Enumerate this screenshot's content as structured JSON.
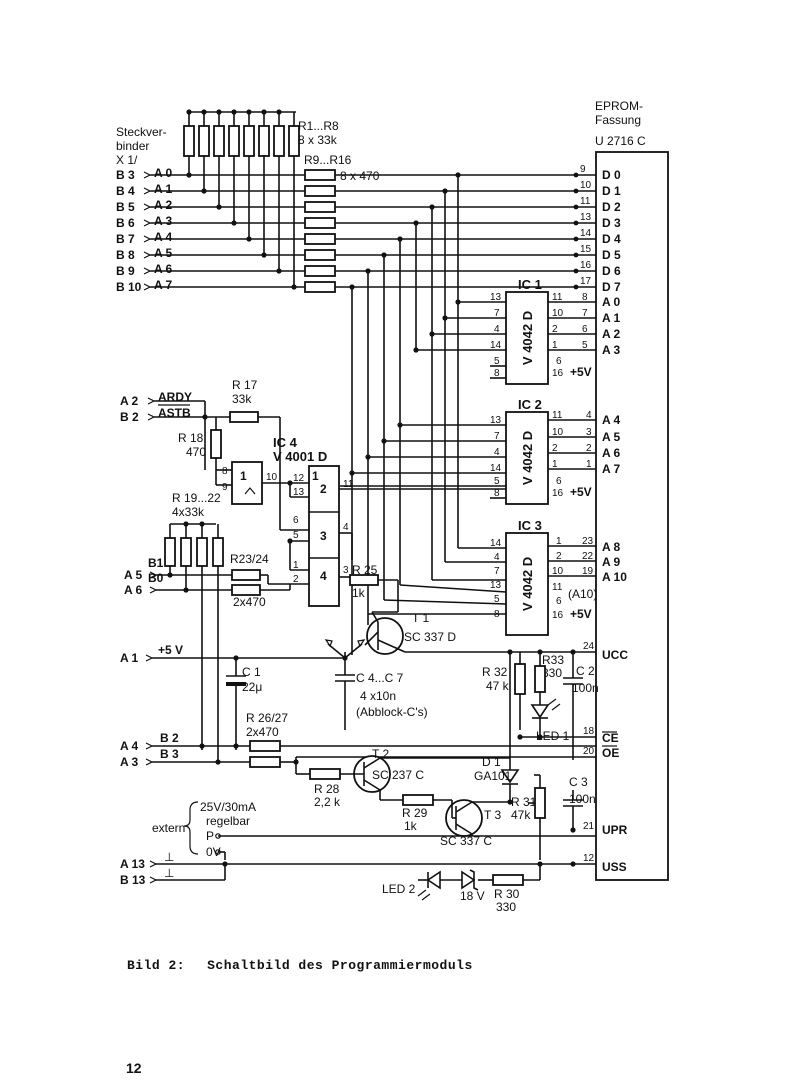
{
  "connector": {
    "title_l1": "Steckver-",
    "title_l2": "binder",
    "title_l3": "X 1/",
    "left_pins": [
      "B 3",
      "B 4",
      "B 5",
      "B 6",
      "B 7",
      "B 8",
      "B 9",
      "B 10"
    ],
    "addr": [
      "A 0",
      "A 1",
      "A 2",
      "A 3",
      "A 4",
      "A 5",
      "A 6",
      "A 7"
    ]
  },
  "r1_8": {
    "name": "R1...R8",
    "value": "8 x 33k"
  },
  "r9_16": {
    "name": "R9...R16",
    "value": "8 x 470"
  },
  "eprom": {
    "l1": "EPROM-",
    "l2": "Fassung",
    "l3": "U 2716 C",
    "data_pins": [
      "D 0",
      "D 1",
      "D 2",
      "D 3",
      "D 4",
      "D 5",
      "D 6",
      "D 7"
    ],
    "addr_pins": [
      "A 0",
      "A 1",
      "A 2",
      "A 3",
      "A 4",
      "A 5",
      "A 6",
      "A 7",
      "A 8",
      "A 9",
      "A 10"
    ],
    "ucc": "UCC",
    "ce": "CE",
    "oe": "OE",
    "upr": "UPR",
    "uss": "USS"
  },
  "ic1": {
    "name": "IC 1",
    "type": "V 4042 D"
  },
  "ic2": {
    "name": "IC 2",
    "type": "V 4042 D"
  },
  "ic3": {
    "name": "IC 3",
    "type": "V 4042 D"
  },
  "ic4": {
    "name": "IC 4",
    "type": "V 4001 D"
  },
  "ardy": {
    "a": "A 2",
    "b": "B 2",
    "sig1": "ARDY",
    "sig2": "ASTB"
  },
  "r17": {
    "name": "R 17",
    "value": "33k"
  },
  "r18": {
    "name": "R 18",
    "value": "470"
  },
  "r19_22": {
    "name": "R 19...22",
    "value": "4x33k"
  },
  "r23_24": {
    "name": "R23/24",
    "value": "2x470"
  },
  "r25": {
    "name": "R 25",
    "value": "1k"
  },
  "t1": {
    "name": "T 1",
    "type": "SC 337 D"
  },
  "t2": {
    "name": "T 2",
    "type": "SC 237 C"
  },
  "t3": {
    "name": "T 3",
    "type": "SC 337 C"
  },
  "c1": {
    "name": "C 1",
    "value": "22μ"
  },
  "c4_7": {
    "name": "C 4...C 7",
    "value": "4 x10n",
    "note": "(Abblock-C's)"
  },
  "c2": {
    "name": "C 2",
    "value": "100n"
  },
  "c3": {
    "name": "C 3",
    "value": "100n"
  },
  "r32": {
    "name": "R 32",
    "value": "47 k"
  },
  "r33": {
    "name": "R33",
    "value": "330"
  },
  "led1": "LED 1",
  "r26_27": {
    "name": "R 26/27",
    "value": "2x470"
  },
  "r28": {
    "name": "R 28",
    "value": "2,2 k"
  },
  "r29": {
    "name": "R 29",
    "value": "1k"
  },
  "r31": {
    "name": "R 31",
    "value": "47k"
  },
  "d1": {
    "name": "D 1",
    "type": "GA101"
  },
  "led2": "LED 2",
  "zener": "18 V",
  "r30": {
    "name": "R 30",
    "value": "330"
  },
  "supply": {
    "label": "extern",
    "v": "25V/30mA",
    "reg": "regelbar",
    "p": "P",
    "zero": "0V"
  },
  "pins": {
    "a5": "A 5",
    "a6": "A 6",
    "b1": "B1",
    "b0": "B0",
    "a1": "A 1",
    "v5": "+5 V",
    "a4": "A 4",
    "a3": "A 3",
    "b2": "B 2",
    "b3": "B 3",
    "a13": "A 13",
    "b13": "B 13",
    "plus5": "+5V",
    "a10b": "(A10)"
  },
  "caption": {
    "label": "Bild 2:",
    "text": "Schaltbild des Programmiermoduls"
  },
  "page_number": "12"
}
